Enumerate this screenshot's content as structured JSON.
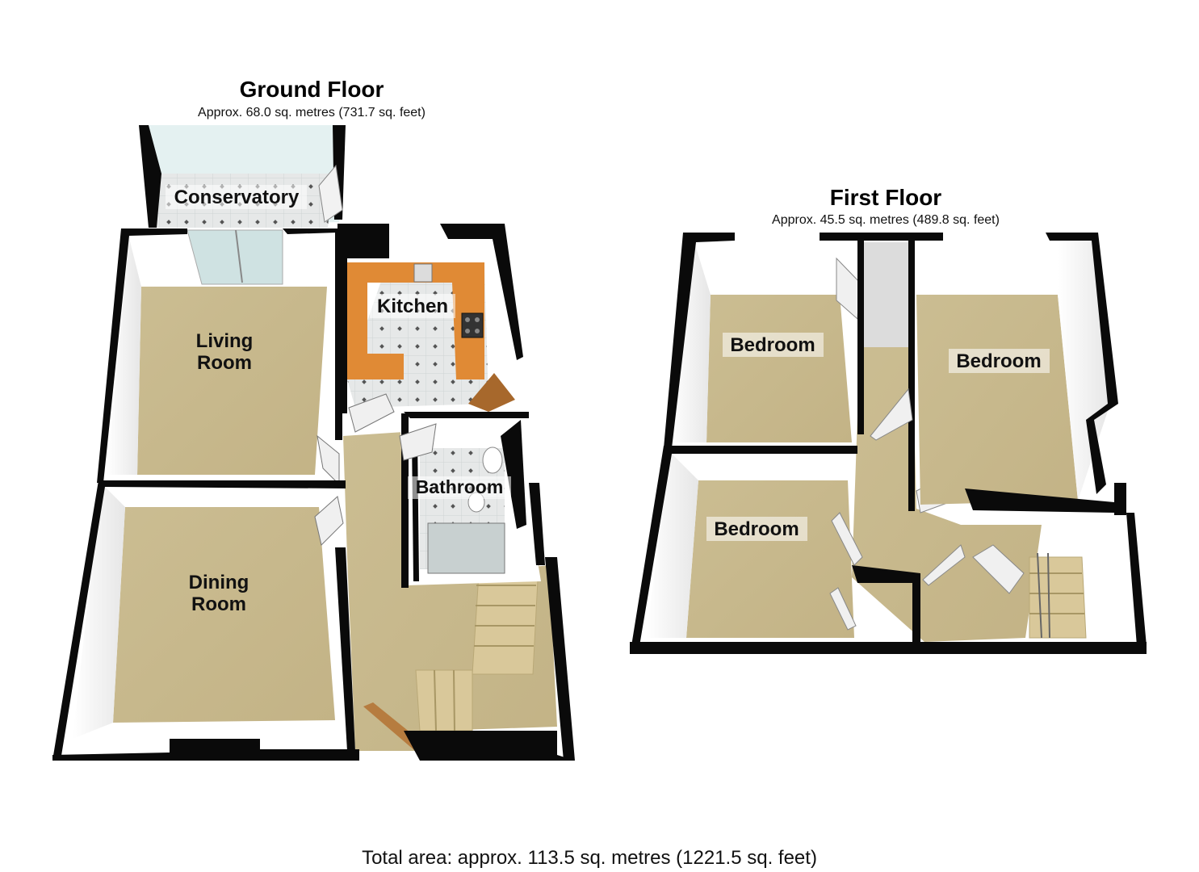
{
  "ground_floor": {
    "title": "Ground Floor",
    "area": "Approx. 68.0 sq. metres (731.7 sq. feet)",
    "rooms": {
      "conservatory": "Conservatory",
      "living_room_1": "Living",
      "living_room_2": "Room",
      "kitchen": "Kitchen",
      "dining_room_1": "Dining",
      "dining_room_2": "Room",
      "bathroom": "Bathroom"
    }
  },
  "first_floor": {
    "title": "First Floor",
    "area": "Approx. 45.5 sq. metres (489.8 sq. feet)",
    "rooms": {
      "bedroom_1": "Bedroom",
      "bedroom_2": "Bedroom",
      "bedroom_3": "Bedroom"
    }
  },
  "total_area": "Total area: approx. 113.5 sq. metres (1221.5 sq. feet)",
  "colors": {
    "wall": "#0a0a0a",
    "wall_inner": "#f4f4f4",
    "carpet": "#cdbf95",
    "kitchen_worktop": "#e08a35",
    "tile": "#e4e6e6",
    "glass": "#d8ecec"
  }
}
